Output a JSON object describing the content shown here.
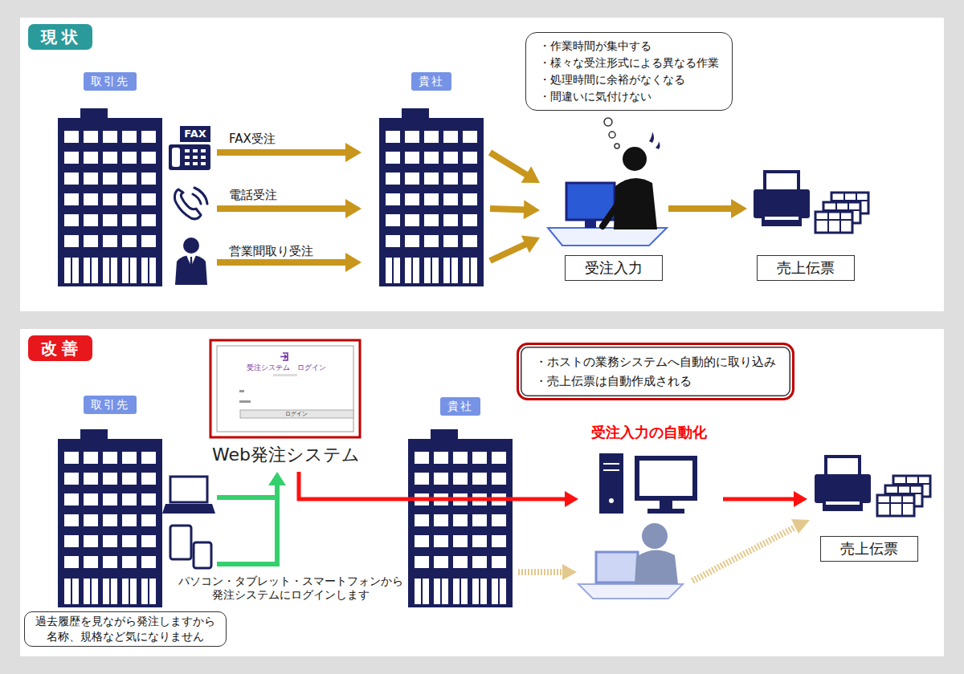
{
  "diagram": {
    "nodes": [
      {
        "text": [
          "現状"
        ]
      },
      {
        "text": [
          "取引先"
        ],
        "in": 0
      },
      {
        "text": [
          "貴社"
        ],
        "in": 0
      },
      {
        "text": [
          "・作業時間が集中する",
          "・様々な受注形式による異なる作業",
          "・処理時間に余裕がなくなる",
          "・間違いに気付けない"
        ],
        "in": 0
      },
      {
        "text": [
          "受注入力"
        ],
        "in": 0
      },
      {
        "text": [
          "売上伝票"
        ],
        "in": 0
      },
      {
        "text": [
          "改善"
        ]
      },
      {
        "text": [
          "取引先"
        ],
        "in": 6
      },
      {
        "text": [
          "Web発注システム",
          "受注システム　ログイン",
          "ログイン"
        ],
        "in": 6
      },
      {
        "text": [
          "貴社"
        ],
        "in": 6
      },
      {
        "text": [
          "・ホストの業務システムへ自動的に取り込み",
          "・売上伝票は自動作成される"
        ],
        "in": 6
      },
      {
        "text": [
          "受注入力の自動化"
        ],
        "in": 6
      },
      {
        "text": [
          "売上伝票"
        ],
        "in": 6
      },
      {
        "text": [
          "過去履歴を見ながら発注しますから 名称、規格など気になりません"
        ],
        "in": 6
      }
    ],
    "edges": [
      {
        "from": 1,
        "to": 2,
        "label": "FAX受注",
        "arrow": "to"
      },
      {
        "from": 1,
        "to": 2,
        "label": "電話受注",
        "arrow": "to"
      },
      {
        "from": 1,
        "to": 2,
        "label": "営業聞取り受注",
        "arrow": "to"
      },
      {
        "from": 2,
        "to": 4,
        "arrow": "to"
      },
      {
        "from": 2,
        "to": 4,
        "arrow": "to"
      },
      {
        "from": 2,
        "to": 4,
        "arrow": "to"
      },
      {
        "from": 4,
        "to": 5,
        "arrow": "to"
      },
      {
        "from": 7,
        "to": 8,
        "arrow": "to"
      },
      {
        "from": 8,
        "to": 11,
        "arrow": "to"
      },
      {
        "from": 11,
        "to": 12,
        "arrow": "to"
      }
    ],
    "labels": [
      "FAX",
      "パソコン・タブレット・スマートフォンから 発注システムにログインします"
    ]
  }
}
